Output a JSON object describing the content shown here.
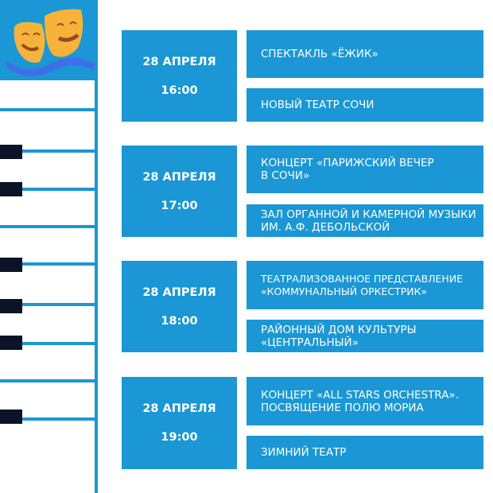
{
  "colors": {
    "accent": "#1a97d4",
    "key": "#0b1426"
  },
  "logo": {
    "icon": "theatre-masks-icon"
  },
  "events": [
    {
      "date": "28 АПРЕЛЯ",
      "time": "16:00",
      "title": "СПЕКТАКЛЬ «ЁЖИК»",
      "venue": "НОВЫЙ ТЕАТР СОЧИ"
    },
    {
      "date": "28 АПРЕЛЯ",
      "time": "17:00",
      "title": "КОНЦЕРТ «ПАРИЖСКИЙ ВЕЧЕР В СОЧИ»",
      "venue": "ЗАЛ ОРГАННОЙ И КАМЕРНОЙ МУЗЫКИ ИМ. А.Ф. ДЕБОЛЬСКОЙ"
    },
    {
      "date": "28 АПРЕЛЯ",
      "time": "18:00",
      "title": "ТЕАТРАЛИЗОВАННОЕ ПРЕДСТАВЛЕНИЕ «КОММУНАЛЬНЫЙ ОРКЕСТРИК»",
      "venue": "РАЙОННЫЙ ДОМ КУЛЬТУРЫ «ЦЕНТРАЛЬНЫЙ»"
    },
    {
      "date": "28 АПРЕЛЯ",
      "time": "19:00",
      "title": "КОНЦЕРТ «ALL STARS ORCHESTRA». ПОСВЯЩЕНИЕ ПОЛЮ МОРИА",
      "venue": "ЗИМНИЙ ТЕАТР"
    }
  ]
}
